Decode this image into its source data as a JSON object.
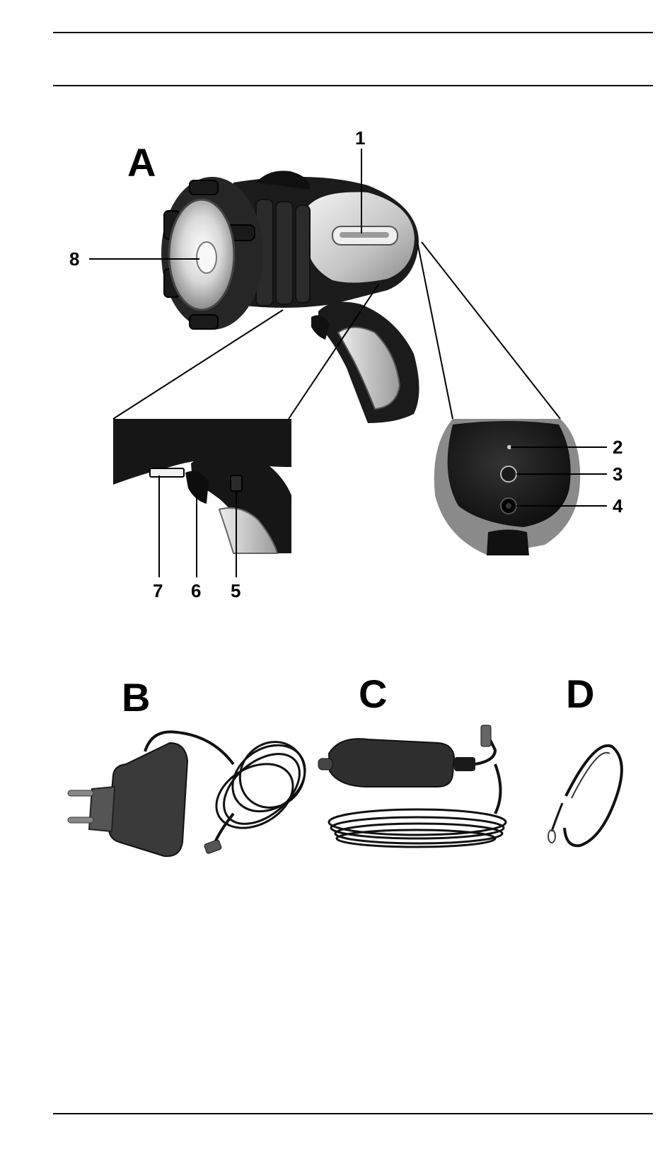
{
  "figure_a": {
    "letter": "A",
    "callouts": {
      "n1": "1",
      "n2": "2",
      "n3": "3",
      "n4": "4",
      "n5": "5",
      "n6": "6",
      "n7": "7",
      "n8": "8"
    }
  },
  "figure_b": {
    "letter": "B"
  },
  "figure_c": {
    "letter": "C"
  },
  "figure_d": {
    "letter": "D"
  }
}
